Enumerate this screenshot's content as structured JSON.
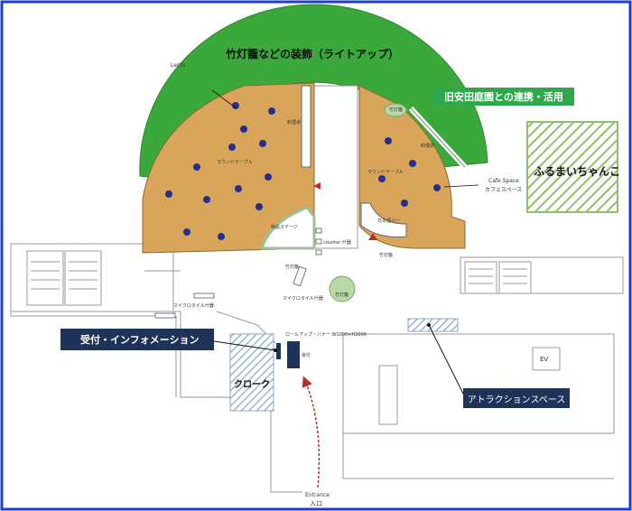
{
  "title_arc": "竹灯籠などの装飾（ライトアップ）",
  "lecture_partial": "Lectu",
  "garden_link": "旧安田庭園との連携・活用",
  "furumai": "ふるまいちゃんこ",
  "reception": "受付・インフォメーション",
  "cloak": "クローク",
  "attraction": "アトラクションスペース",
  "ev": "EV",
  "entrance_en": "Entrance",
  "entrance_ja": "入口",
  "cafe_en": "Cafe Space",
  "cafe_ja": "カフェスペース",
  "small_labels": {
    "cooking_left": "料理卓",
    "round_table_left": "ラウンドテーブル",
    "special_stage": "特設ステージ",
    "bamboo_left": "竹灯籠",
    "counter": "counter 什器",
    "mic_right": "マイクロタイル什器",
    "mic_left": "マイクロタイル什器",
    "bamboo_top_right": "竹灯籠",
    "cooking_right": "料理卓",
    "round_table_right": "ラウンドテーブル",
    "japanese_bar": "日本酒バー",
    "bamboo_right": "竹灯籠",
    "bamboo_center": "竹灯籠",
    "roll_banner": "ロールアップ・バナー W1000×H2000",
    "reception_desk": "受付"
  },
  "colors": {
    "green_arc": "#3aa83a",
    "floor_orange": "#d9a55a",
    "navy": "#1f3358",
    "hatch": "#8fbf6a",
    "table_dot": "#24318a"
  }
}
